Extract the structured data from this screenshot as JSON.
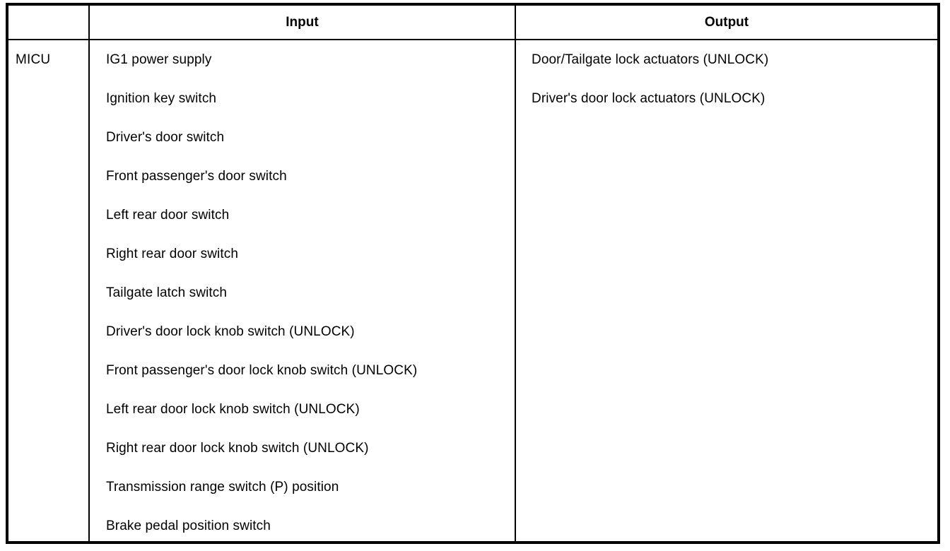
{
  "table": {
    "headers": {
      "unit": "",
      "input": "Input",
      "output": "Output"
    },
    "rows": [
      {
        "unit": "MICU",
        "inputs": [
          "IG1 power supply",
          "Ignition key switch",
          "Driver's door switch",
          "Front passenger's door switch",
          "Left rear door switch",
          "Right rear door switch",
          "Tailgate latch switch",
          "Driver's door lock knob switch (UNLOCK)",
          "Front passenger's door lock knob switch (UNLOCK)",
          "Left rear door lock knob switch (UNLOCK)",
          "Right rear door lock knob switch (UNLOCK)",
          "Transmission range switch (P) position",
          "Brake pedal position switch"
        ],
        "outputs": [
          "Door/Tailgate lock actuators (UNLOCK)",
          "Driver's door lock actuators (UNLOCK)"
        ]
      }
    ]
  }
}
